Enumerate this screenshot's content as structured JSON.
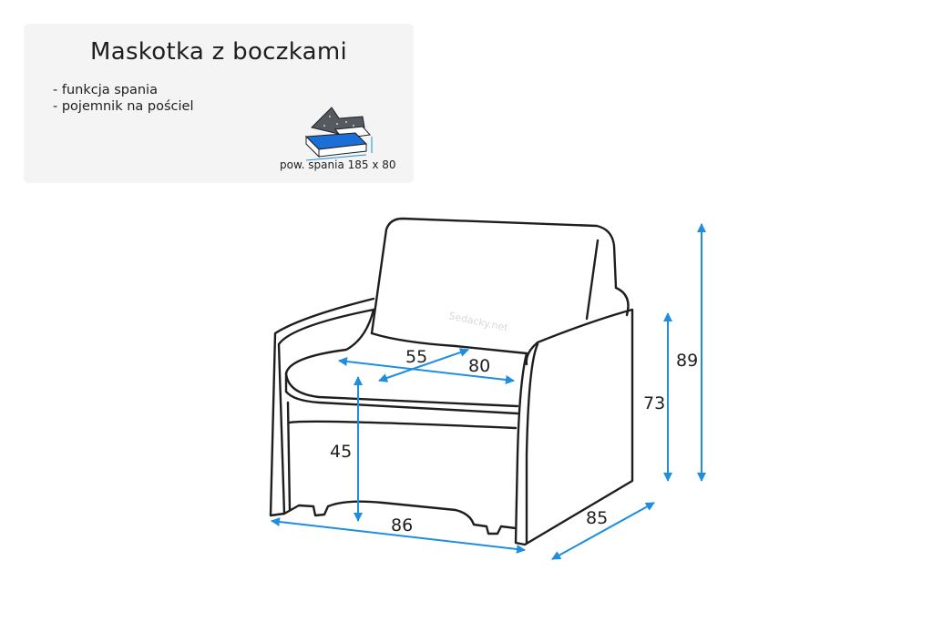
{
  "product": {
    "name": "Maskotka z boczkami",
    "features": [
      "- funkcja spania",
      "- pojemnik na pościel"
    ],
    "sleep_area_caption": "pow. spania 185 x 80"
  },
  "dimensions": {
    "seat_depth": "55",
    "seat_width": "80",
    "seat_height": "45",
    "total_width": "86",
    "total_depth": "85",
    "armrest_height": "73",
    "total_height": "89"
  },
  "watermark": "Sedacky.net",
  "colors": {
    "dimension_arrow": "#1d8ee0",
    "outline": "#1e1e1e",
    "panel_background": "#f4f4f4"
  },
  "icons": [
    "sofa-bed-icon"
  ]
}
